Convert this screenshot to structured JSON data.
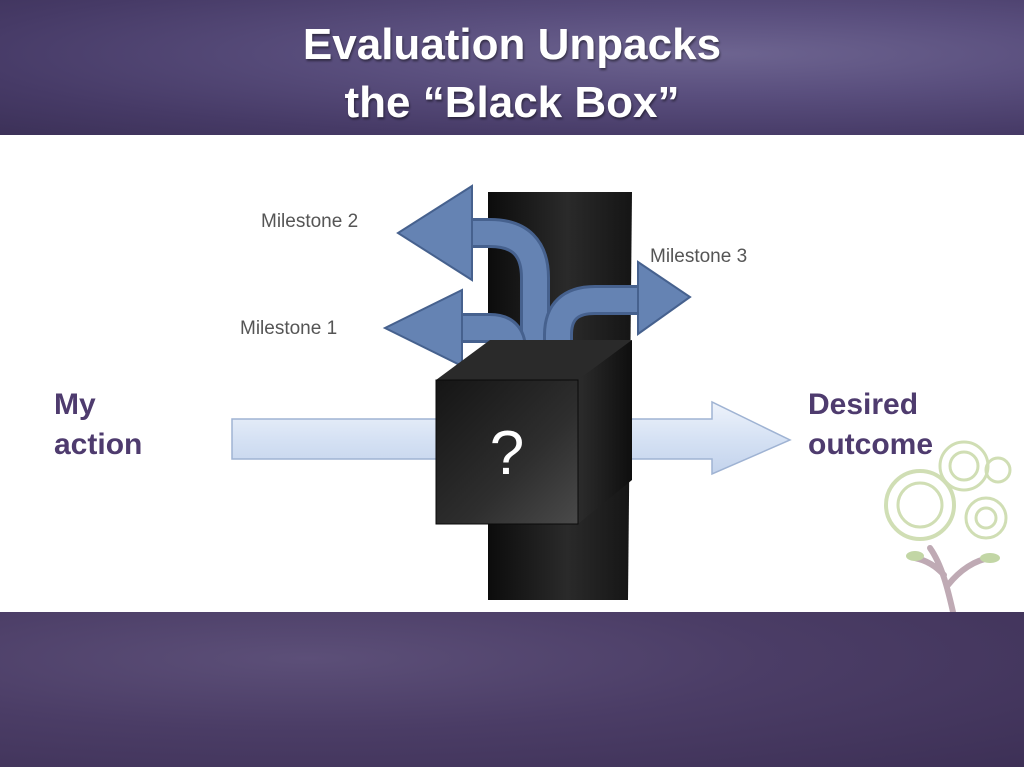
{
  "slide": {
    "title_line1": "Evaluation Unpacks",
    "title_line2": "the “Black Box”"
  },
  "labels": {
    "action_line1": "My",
    "action_line2": "action",
    "outcome_line1": "Desired",
    "outcome_line2": "outcome"
  },
  "diagram": {
    "milestone_1": "Milestone 1",
    "milestone_2": "Milestone 2",
    "milestone_3": "Milestone 3",
    "box_symbol": "?"
  },
  "colors": {
    "header_bg": "#4a3e6c",
    "label_text": "#4e3b6e",
    "arrow_blue": "#5c7cab",
    "main_arrow_light": "#dfe8f6",
    "box_dark": "#1c1c1c"
  },
  "icons": {
    "tree_logo": "tree-logo-icon"
  }
}
